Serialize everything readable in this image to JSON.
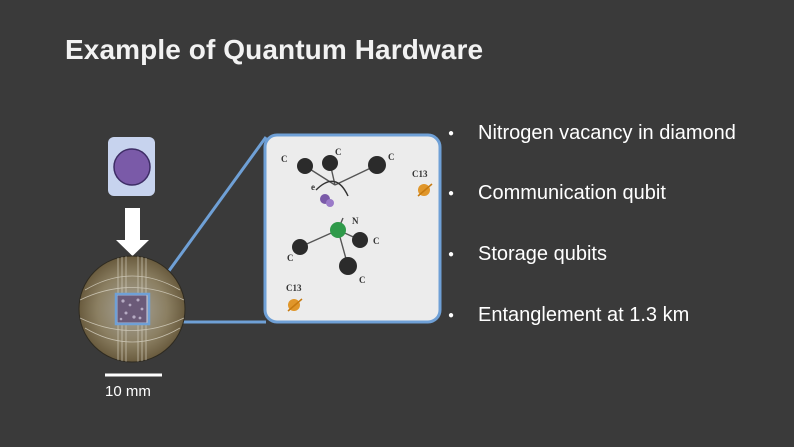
{
  "slide": {
    "title": "Example of Quantum Hardware",
    "bullets": [
      {
        "text": "Nitrogen vacancy in diamond"
      },
      {
        "text": "Communication qubit"
      },
      {
        "text": "Storage qubits"
      },
      {
        "text": "Entanglement at 1.3 km"
      }
    ],
    "bullet_glyph": "●"
  },
  "figure": {
    "scale_bar_label": "10 mm",
    "atom_labels": {
      "c1": "C",
      "c2": "C",
      "c3": "C",
      "c4": "C",
      "c5": "C",
      "c6": "C",
      "n": "N",
      "e": "e",
      "c13_a": "C13",
      "c13_b": "C13"
    },
    "colors": {
      "background": "#3a3a3a",
      "panel": "#ececec",
      "panel_border": "#6fa0d6",
      "qubit_purple": "#7a5aa8",
      "nitrogen_green": "#2f9a4a",
      "carbon_dark": "#2b2b2b",
      "c13_orange": "#e0962a"
    }
  }
}
